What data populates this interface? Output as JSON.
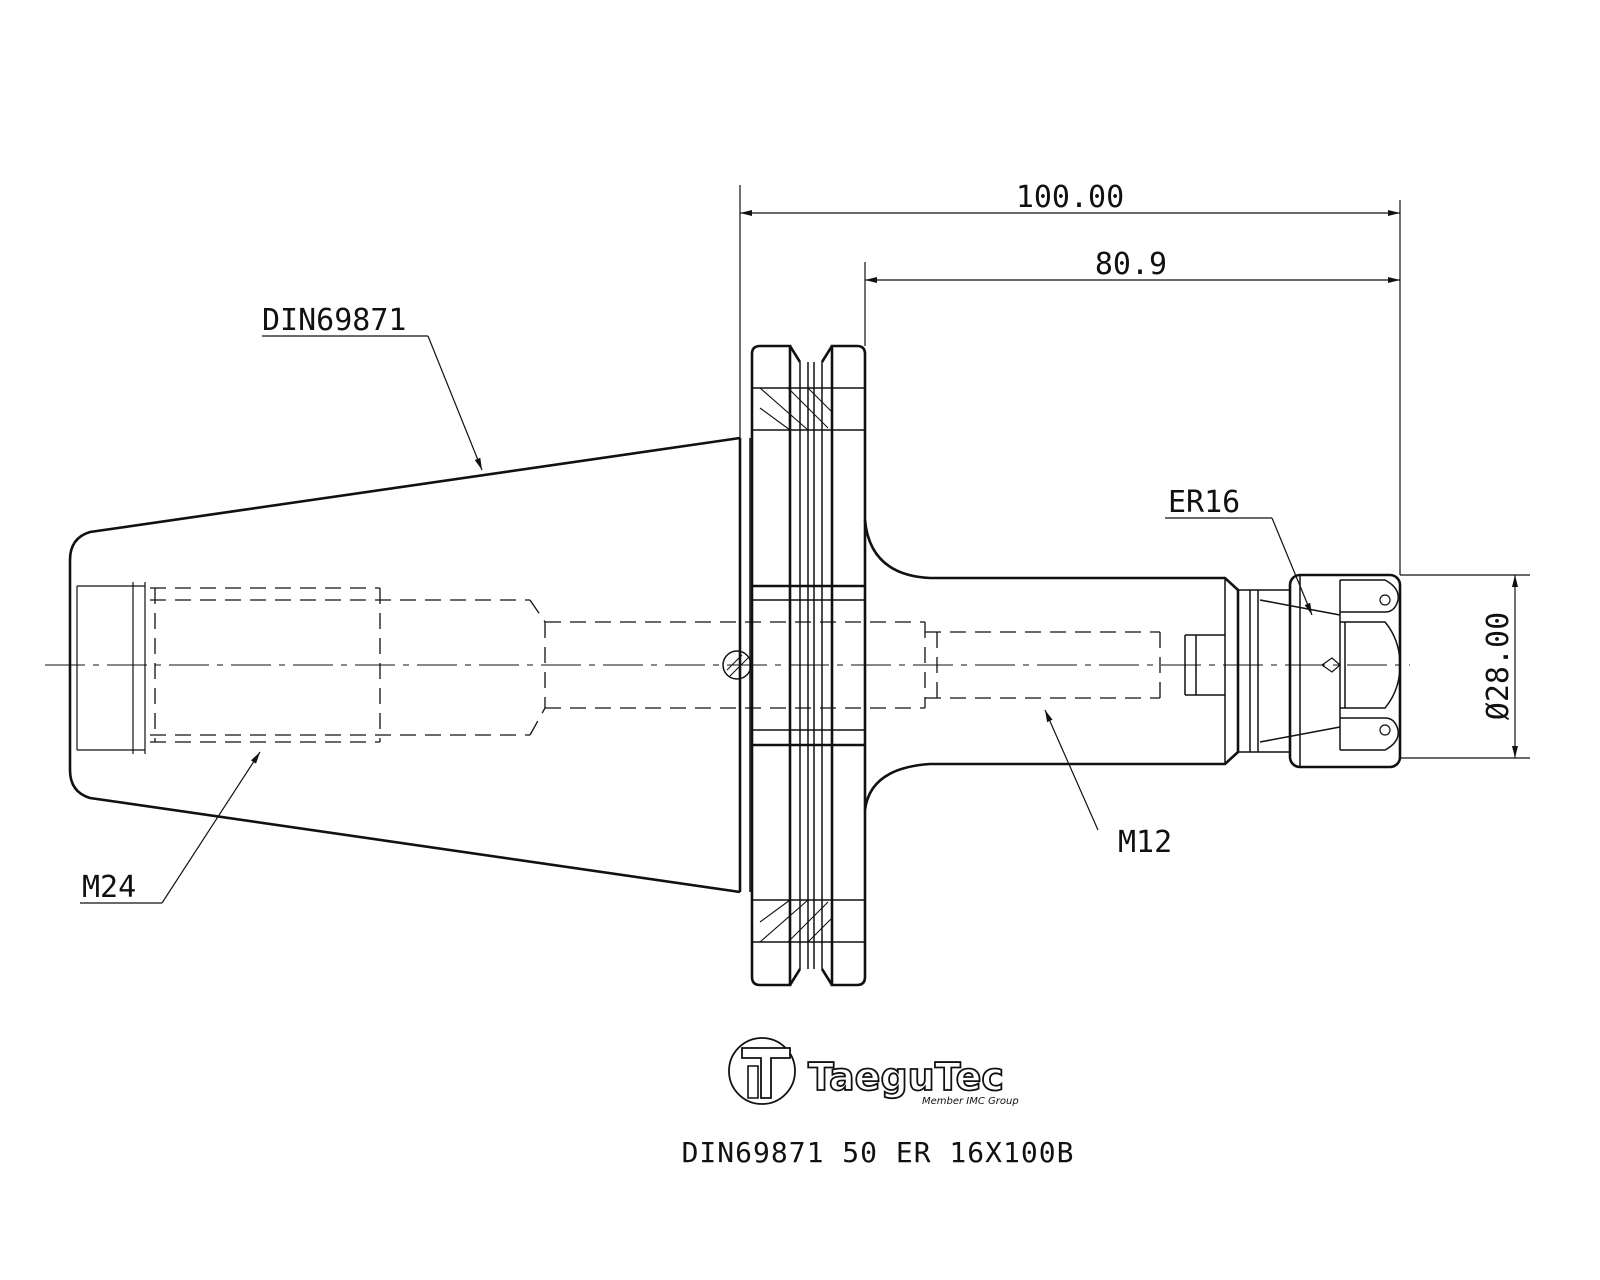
{
  "dimensions": {
    "overall_length": "100.00",
    "projection_length": "80.9",
    "diameter": "Ø28.00"
  },
  "callouts": {
    "taper": "DIN69871",
    "collet": "ER16",
    "retention_thread": "M24",
    "back_thread": "M12"
  },
  "logo": {
    "brand": "TaeguTec",
    "tagline": "Member IMC Group"
  },
  "product_code": "DIN69871 50 ER 16X100B"
}
